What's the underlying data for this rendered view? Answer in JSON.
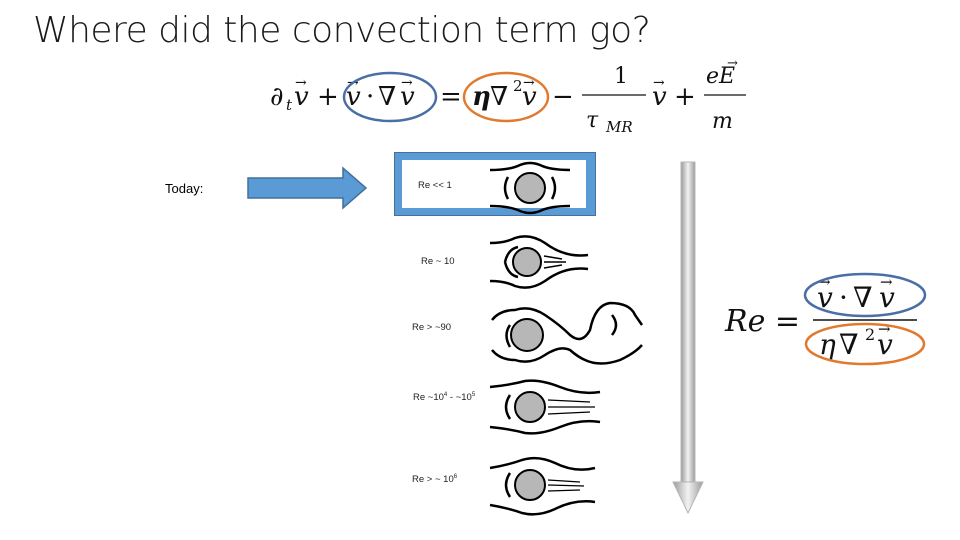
{
  "title": "Where did the convection term go?",
  "today_label": "Today:",
  "flow_regimes": [
    {
      "label": "Re << 1",
      "highlighted": true
    },
    {
      "label": "Re ~ 10",
      "highlighted": false
    },
    {
      "label": "Re > ~90",
      "highlighted": false
    },
    {
      "label_prefix": "Re ~10",
      "exp1": "4",
      "label_mid": " - ~10",
      "exp2": "5",
      "highlighted": false
    },
    {
      "label_prefix": "Re > ~ 10",
      "exp1": "6",
      "highlighted": false
    }
  ],
  "equations": {
    "momentum_lhs_d": "∂",
    "momentum_lhs_t": "t",
    "numerator_one": "1",
    "tau": "τ",
    "tau_sub": "MR",
    "reynolds_symbol": "Re ="
  },
  "colors": {
    "arrow_fill": "#5b9bd5",
    "arrow_stroke": "#41719c",
    "convection_circle": "#4a6fa5",
    "diffusion_circle": "#e07a2e",
    "downward_arrow": "#cfcfcf"
  },
  "icons": [
    "right-arrow-icon",
    "down-arrow-icon"
  ]
}
